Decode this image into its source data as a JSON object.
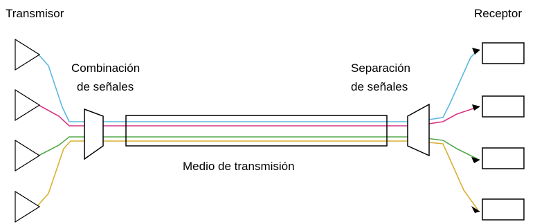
{
  "labels": {
    "transmitter": "Transmisor",
    "receiver": "Receptor",
    "combine_line1": "Combinación",
    "combine_line2": "de señales",
    "split_line1": "Separación",
    "split_line2": "de señales",
    "medium": "Medio de transmisión"
  },
  "colors": {
    "channel_1": "#5bb8e0",
    "channel_2": "#d63384",
    "channel_3": "#52a84a",
    "channel_4": "#d8b030",
    "outline": "#000000"
  }
}
